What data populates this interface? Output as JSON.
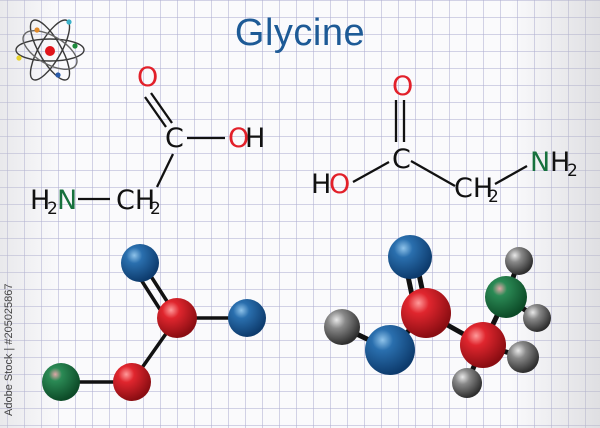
{
  "title": "Glycine",
  "icon": "atom-icon",
  "colors": {
    "title": "#1d5a96",
    "oxygen_label": "#e2202a",
    "nitrogen_label": "#17713d",
    "carbon_label": "#111111",
    "atom_blue": "#1b5a96",
    "atom_red": "#d8202a",
    "atom_green": "#1b7a45",
    "atom_gray": "#7a7a7a",
    "grid": "#b3b3d2"
  },
  "structure_left": {
    "o_top": "O",
    "c": "C",
    "oh_o": "O",
    "oh_h": "H",
    "h2n_h": "H",
    "h2n_sub": "2",
    "h2n_n": "N",
    "ch2_ch": "CH",
    "ch2_sub": "2"
  },
  "structure_right": {
    "o_top": "O",
    "c": "C",
    "ho_h": "H",
    "ho_o": "O",
    "ch2_ch": "CH",
    "ch2_sub": "2",
    "nh2_n": "N",
    "nh2_h": "H",
    "nh2_sub": "2"
  },
  "watermark": "Adobe Stock | #205025867"
}
